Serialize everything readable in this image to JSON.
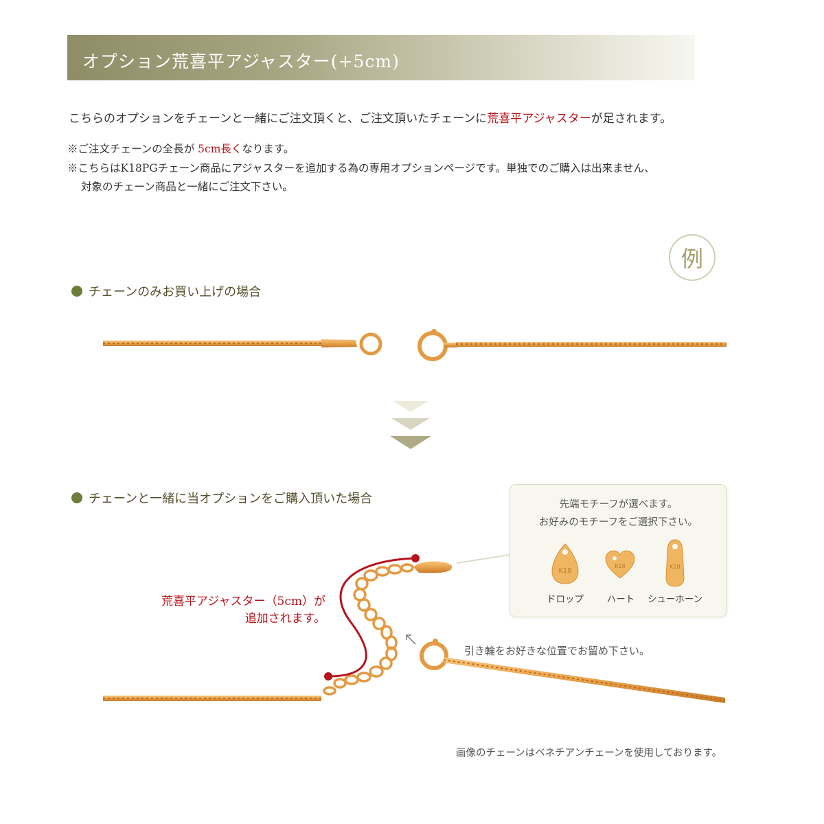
{
  "header": {
    "title": "オプション荒喜平アジャスター(+5cm)"
  },
  "intro": {
    "before": "こちらのオプションをチェーンと一緒にご注文頂くと、ご注文頂いたチェーンに",
    "highlight": "荒喜平アジャスター",
    "after": "が足されます。"
  },
  "notes": {
    "length_before": "※ご注文チェーンの全長が",
    "length_highlight": "5cm長く",
    "length_after": "なります。",
    "option_line1": "※こちらはK18PGチェーン商品にアジャスターを追加する為の専用オプションページです。単独でのご購入は出来ません、",
    "option_line2": "対象のチェーン商品と一緒にご注文下さい。"
  },
  "example_badge": "例",
  "section_chain_only": {
    "title": "チェーンのみお買い上げの場合"
  },
  "section_with_option": {
    "title": "チェーンと一緒に当オプションをご購入頂いた場合"
  },
  "motif_panel": {
    "line1": "先端モチーフが選べます。",
    "line2": "お好みのモチーフをご選択下さい。",
    "motifs": [
      {
        "label": "ドロップ",
        "stamp": "K18",
        "icon": "drop-tag"
      },
      {
        "label": "ハート",
        "stamp": "K18",
        "icon": "heart-tag"
      },
      {
        "label": "シューホーン",
        "stamp": "K18",
        "icon": "shoehorn-tag"
      }
    ]
  },
  "adjuster_label": {
    "line1": "荒喜平アジャスター（5cm）が",
    "line2": "追加されます。"
  },
  "clasp_hint": "引き輪をお好きな位置でお留め下さい。",
  "footer_note": "画像のチェーンはベネチアンチェーンを使用しております。",
  "colors": {
    "accent_red": "#b5141b",
    "olive": "#6f7d3c",
    "gold": "#e8a24a"
  }
}
